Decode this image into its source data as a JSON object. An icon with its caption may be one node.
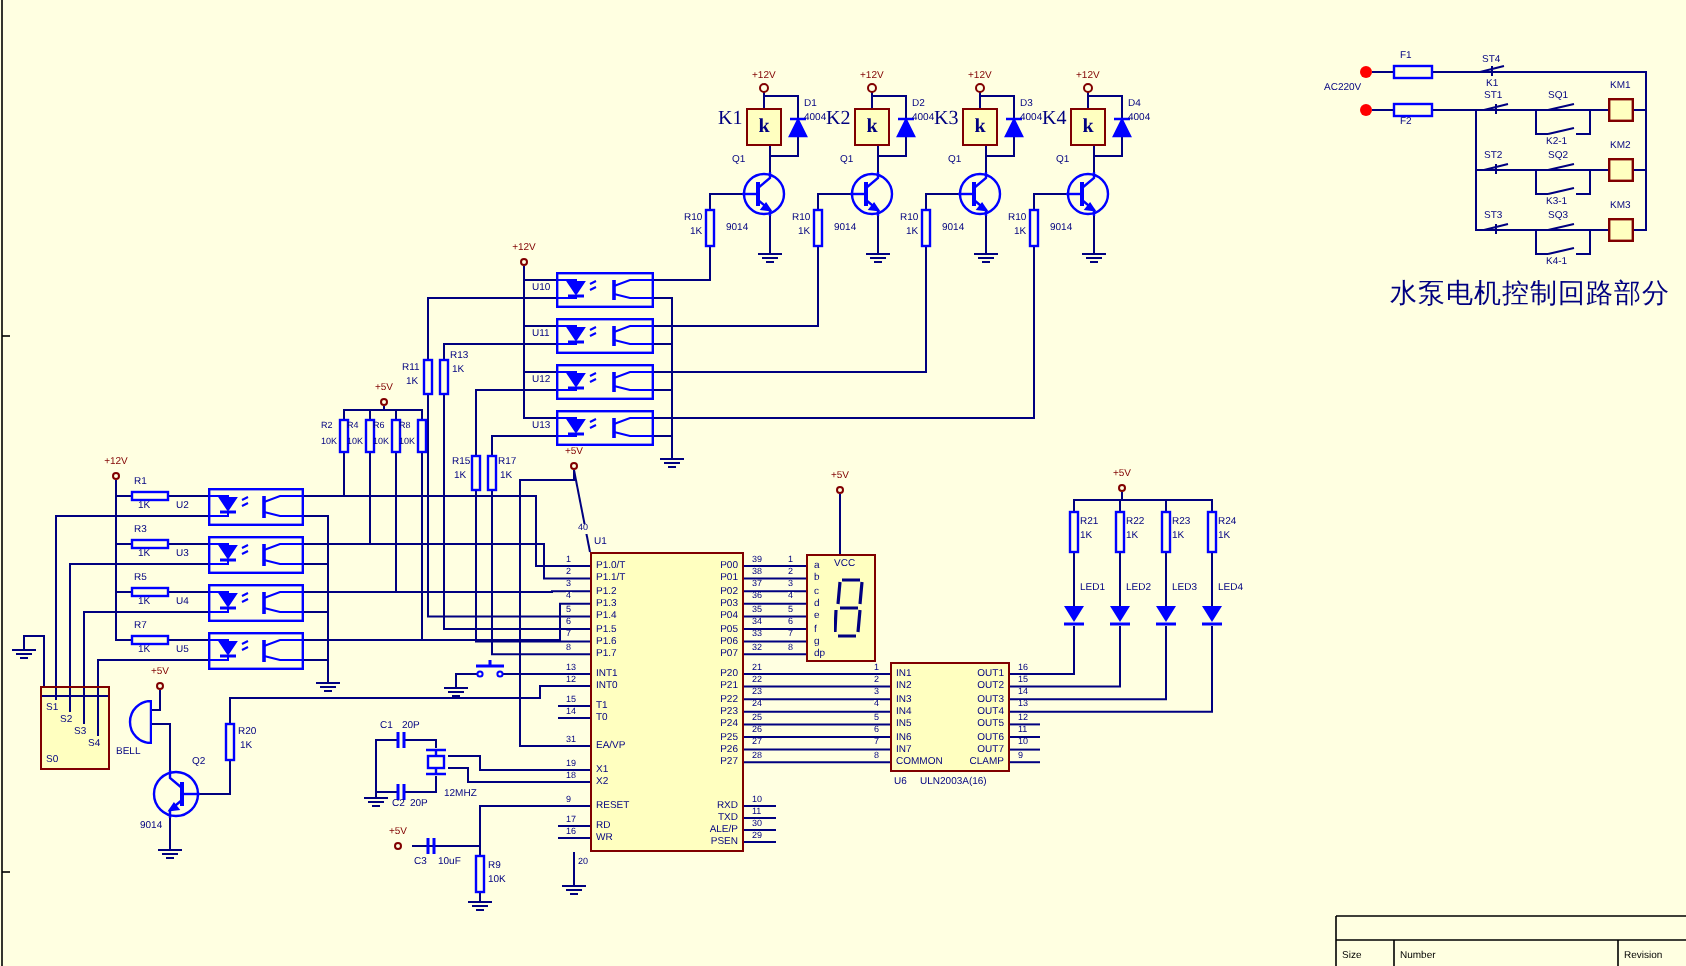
{
  "diagram": {
    "nodes": [
      {
        "text": [
          "k"
        ],
        "beside": [
          "K1"
        ]
      },
      {
        "text": [
          "k"
        ],
        "beside": [
          "K2"
        ]
      },
      {
        "text": [
          "k"
        ],
        "beside": [
          "K3"
        ]
      },
      {
        "text": [
          "k"
        ],
        "beside": [
          "K4"
        ]
      },
      {
        "text": [],
        "shape": "circle",
        "beside": [
          "Q1",
          "9014"
        ]
      },
      {
        "text": [],
        "shape": "circle",
        "beside": [
          "Q1",
          "9014"
        ]
      },
      {
        "text": [],
        "shape": "circle",
        "beside": [
          "Q1",
          "9014"
        ]
      },
      {
        "text": [],
        "shape": "circle",
        "beside": [
          "Q1",
          "9014"
        ]
      },
      {
        "text": [],
        "shape": "box",
        "beside": [
          "U10"
        ]
      },
      {
        "text": [],
        "shape": "box",
        "beside": [
          "U11"
        ]
      },
      {
        "text": [],
        "shape": "box",
        "beside": [
          "U12"
        ]
      },
      {
        "text": [],
        "shape": "box",
        "beside": [
          "U13"
        ]
      },
      {
        "text": [],
        "shape": "box",
        "beside": [
          "U2"
        ]
      },
      {
        "text": [],
        "shape": "box",
        "beside": [
          "U3"
        ]
      },
      {
        "text": [],
        "shape": "box",
        "beside": [
          "U4"
        ]
      },
      {
        "text": [],
        "shape": "box",
        "beside": [
          "U5"
        ]
      },
      {
        "text": [
          "P1.0/T",
          "P1.1/T",
          "P1.2",
          "P1.3",
          "P1.4",
          "P1.5",
          "P1.6",
          "P1.7",
          "INT1",
          "INT0",
          "T1",
          "T0",
          "EA/VP",
          "X1",
          "X2",
          "RESET",
          "RD",
          "WR",
          "P00",
          "P01",
          "P02",
          "P03",
          "P04",
          "P05",
          "P06",
          "P07",
          "P20",
          "P21",
          "P22",
          "P23",
          "P24",
          "P25",
          "P26",
          "P27",
          "RXD",
          "TXD",
          "ALE/P",
          "PSEN"
        ],
        "beside": [
          "U1",
          "40",
          "20",
          "1",
          "2",
          "3",
          "4",
          "5",
          "6",
          "7",
          "8",
          "13",
          "12",
          "15",
          "14",
          "31",
          "19",
          "18",
          "9",
          "17",
          "16",
          "39",
          "38",
          "37",
          "36",
          "35",
          "34",
          "33",
          "32",
          "21",
          "22",
          "23",
          "24",
          "25",
          "26",
          "27",
          "28",
          "10",
          "11",
          "30",
          "29"
        ]
      },
      {
        "text": [
          "VCC",
          "a",
          "b",
          "c",
          "d",
          "e",
          "f",
          "g",
          "dp"
        ],
        "beside": [
          "1",
          "2",
          "3",
          "4",
          "5",
          "6",
          "7",
          "8"
        ]
      },
      {
        "text": [
          "IN1",
          "IN2",
          "IN3",
          "IN4",
          "IN5",
          "IN6",
          "IN7",
          "COMMON",
          "OUT1",
          "OUT2",
          "OUT3",
          "OUT4",
          "OUT5",
          "OUT6",
          "OUT7",
          "CLAMP"
        ],
        "beside": [
          "U6",
          "ULN2003A(16)",
          "1",
          "2",
          "3",
          "4",
          "5",
          "6",
          "7",
          "8",
          "16",
          "15",
          "14",
          "13",
          "12",
          "11",
          "10",
          "9"
        ]
      },
      {
        "text": [
          "S1",
          "S2",
          "S3",
          "S4",
          "S0"
        ]
      },
      {
        "text": [],
        "shape": "bell",
        "beside": [
          "BELL"
        ]
      },
      {
        "text": [],
        "shape": "circle",
        "beside": [
          "Q2",
          "9014"
        ]
      },
      {
        "text": [],
        "shape": "box",
        "beside": [
          "12MHZ"
        ]
      },
      {
        "text": [],
        "shape": "diode",
        "beside": [
          "LED1"
        ]
      },
      {
        "text": [],
        "shape": "diode",
        "beside": [
          "LED2"
        ]
      },
      {
        "text": [],
        "shape": "diode",
        "beside": [
          "LED3"
        ]
      },
      {
        "text": [],
        "shape": "diode",
        "beside": [
          "LED4"
        ]
      },
      {
        "text": [],
        "shape": "box",
        "beside": [
          "KM1"
        ]
      },
      {
        "text": [],
        "shape": "box",
        "beside": [
          "KM2"
        ]
      },
      {
        "text": [],
        "shape": "box",
        "beside": [
          "KM3"
        ]
      },
      {
        "text": [
          "+12V"
        ]
      },
      {
        "text": [],
        "shape": "ground"
      },
      {
        "text": [
          "+5V"
        ]
      },
      {
        "text": [
          "+12V"
        ]
      },
      {
        "text": [],
        "shape": "ground"
      },
      {
        "text": [
          "+5V"
        ]
      },
      {
        "text": [
          "+5V"
        ]
      },
      {
        "text": [
          "+5V"
        ]
      },
      {
        "text": [
          "+5V"
        ]
      },
      {
        "text": [
          "+5V"
        ]
      },
      {
        "text": [],
        "shape": "circle"
      },
      {
        "text": [],
        "shape": "circle"
      }
    ],
    "edges": [
      {
        "from": 8,
        "to": 4,
        "arrow": "none"
      },
      {
        "from": 9,
        "to": 5,
        "arrow": "none"
      },
      {
        "from": 10,
        "to": 6,
        "arrow": "none"
      },
      {
        "from": 11,
        "to": 7,
        "arrow": "none"
      },
      {
        "from": 4,
        "to": 0,
        "arrow": "none"
      },
      {
        "from": 5,
        "to": 1,
        "arrow": "none"
      },
      {
        "from": 6,
        "to": 2,
        "arrow": "none"
      },
      {
        "from": 7,
        "to": 3,
        "arrow": "none"
      },
      {
        "from": 12,
        "to": 16,
        "arrow": "none"
      },
      {
        "from": 13,
        "to": 16,
        "arrow": "none"
      },
      {
        "from": 14,
        "to": 16,
        "arrow": "none"
      },
      {
        "from": 15,
        "to": 16,
        "arrow": "none"
      },
      {
        "from": 16,
        "to": 8,
        "arrow": "none"
      },
      {
        "from": 16,
        "to": 9,
        "arrow": "none"
      },
      {
        "from": 16,
        "to": 10,
        "arrow": "none"
      },
      {
        "from": 16,
        "to": 11,
        "arrow": "none"
      },
      {
        "from": 19,
        "to": 12,
        "arrow": "none"
      },
      {
        "from": 19,
        "to": 13,
        "arrow": "none"
      },
      {
        "from": 19,
        "to": 14,
        "arrow": "none"
      },
      {
        "from": 19,
        "to": 15,
        "arrow": "none"
      },
      {
        "from": 16,
        "to": 17,
        "arrow": "none"
      },
      {
        "from": 16,
        "to": 18,
        "arrow": "none"
      },
      {
        "from": 18,
        "to": 23,
        "arrow": "none"
      },
      {
        "from": 18,
        "to": 24,
        "arrow": "none"
      },
      {
        "from": 18,
        "to": 25,
        "arrow": "none"
      },
      {
        "from": 18,
        "to": 26,
        "arrow": "none"
      },
      {
        "from": 22,
        "to": 16,
        "arrow": "none"
      },
      {
        "from": 22,
        "to": 16,
        "arrow": "none"
      },
      {
        "from": 21,
        "to": 20,
        "arrow": "none"
      },
      {
        "from": 21,
        "to": 16,
        "arrow": "none"
      },
      {
        "from": 30,
        "to": 8,
        "arrow": "none"
      },
      {
        "from": 30,
        "to": 9,
        "arrow": "none"
      },
      {
        "from": 30,
        "to": 10,
        "arrow": "none"
      },
      {
        "from": 30,
        "to": 11,
        "arrow": "none"
      },
      {
        "from": 8,
        "to": 31,
        "arrow": "none"
      },
      {
        "from": 9,
        "to": 31,
        "arrow": "none"
      },
      {
        "from": 10,
        "to": 31,
        "arrow": "none"
      },
      {
        "from": 11,
        "to": 31,
        "arrow": "none"
      },
      {
        "from": 32,
        "to": 12,
        "arrow": "none"
      },
      {
        "from": 32,
        "to": 13,
        "arrow": "none"
      },
      {
        "from": 32,
        "to": 14,
        "arrow": "none"
      },
      {
        "from": 32,
        "to": 15,
        "arrow": "none"
      },
      {
        "from": 33,
        "to": 12,
        "arrow": "none"
      },
      {
        "from": 33,
        "to": 13,
        "arrow": "none"
      },
      {
        "from": 33,
        "to": 14,
        "arrow": "none"
      },
      {
        "from": 33,
        "to": 15,
        "arrow": "none"
      },
      {
        "from": 12,
        "to": 34,
        "arrow": "none"
      },
      {
        "from": 13,
        "to": 34,
        "arrow": "none"
      },
      {
        "from": 14,
        "to": 34,
        "arrow": "none"
      },
      {
        "from": 15,
        "to": 34,
        "arrow": "none"
      },
      {
        "from": 35,
        "to": 20,
        "arrow": "none"
      },
      {
        "from": 36,
        "to": 16,
        "arrow": "none"
      },
      {
        "from": 37,
        "to": 16,
        "arrow": "none"
      },
      {
        "from": 37,
        "to": 16,
        "arrow": "none"
      },
      {
        "from": 38,
        "to": 17,
        "arrow": "none"
      },
      {
        "from": 39,
        "to": 23,
        "arrow": "none"
      },
      {
        "from": 39,
        "to": 24,
        "arrow": "none"
      },
      {
        "from": 39,
        "to": 25,
        "arrow": "none"
      },
      {
        "from": 39,
        "to": 26,
        "arrow": "none"
      },
      {
        "from": 40,
        "to": 27,
        "arrow": "none"
      },
      {
        "from": 40,
        "to": 28,
        "arrow": "none"
      },
      {
        "from": 40,
        "to": 29,
        "arrow": "none"
      },
      {
        "from": 41,
        "to": 27,
        "arrow": "none"
      },
      {
        "from": 41,
        "to": 28,
        "arrow": "none"
      },
      {
        "from": 41,
        "to": 29,
        "arrow": "none"
      },
      {
        "from": 16,
        "to": 17,
        "arrow": "none"
      },
      {
        "from": 16,
        "to": 17,
        "arrow": "none"
      },
      {
        "from": 16,
        "to": 17,
        "arrow": "none"
      },
      {
        "from": 16,
        "to": 17,
        "arrow": "none"
      },
      {
        "from": 16,
        "to": 17,
        "arrow": "none"
      },
      {
        "from": 16,
        "to": 17,
        "arrow": "none"
      },
      {
        "from": 16,
        "to": 17,
        "arrow": "none"
      },
      {
        "from": 16,
        "to": 18,
        "arrow": "none"
      },
      {
        "from": 16,
        "to": 18,
        "arrow": "none"
      },
      {
        "from": 16,
        "to": 18,
        "arrow": "none"
      },
      {
        "from": 16,
        "to": 18,
        "arrow": "none"
      },
      {
        "from": 16,
        "to": 18,
        "arrow": "none"
      },
      {
        "from": 16,
        "to": 18,
        "arrow": "none"
      },
      {
        "from": 16,
        "to": 18,
        "arrow": "none"
      }
    ],
    "labels": [
      "+12V",
      "D1",
      "4004",
      "R10",
      "1K",
      "+12V",
      "D2",
      "4004",
      "R10",
      "1K",
      "+12V",
      "D3",
      "4004",
      "R10",
      "1K",
      "+12V",
      "D4",
      "4004",
      "R10",
      "1K",
      "R11",
      "1K",
      "R13",
      "1K",
      "R15",
      "1K",
      "R17",
      "1K",
      "R2",
      "10K",
      "R4",
      "10K",
      "R6",
      "10K",
      "R8",
      "10K",
      "R1",
      "1K",
      "R3",
      "1K",
      "R5",
      "1K",
      "R7",
      "1K",
      "R20",
      "1K",
      "C1",
      "20P",
      "C2",
      "20P",
      "C3",
      "10uF",
      "R9",
      "10K",
      "R21",
      "1K",
      "R22",
      "1K",
      "R23",
      "1K",
      "R24",
      "1K",
      "AC220V",
      "F1",
      "F2",
      "ST4",
      "K1",
      "ST1",
      "SQ1",
      "K2-1",
      "ST2",
      "SQ2",
      "K3-1",
      "ST3",
      "SQ3",
      "K4-1",
      "水泵电机控制回路部分",
      "Size",
      "Number",
      "Revision"
    ]
  }
}
